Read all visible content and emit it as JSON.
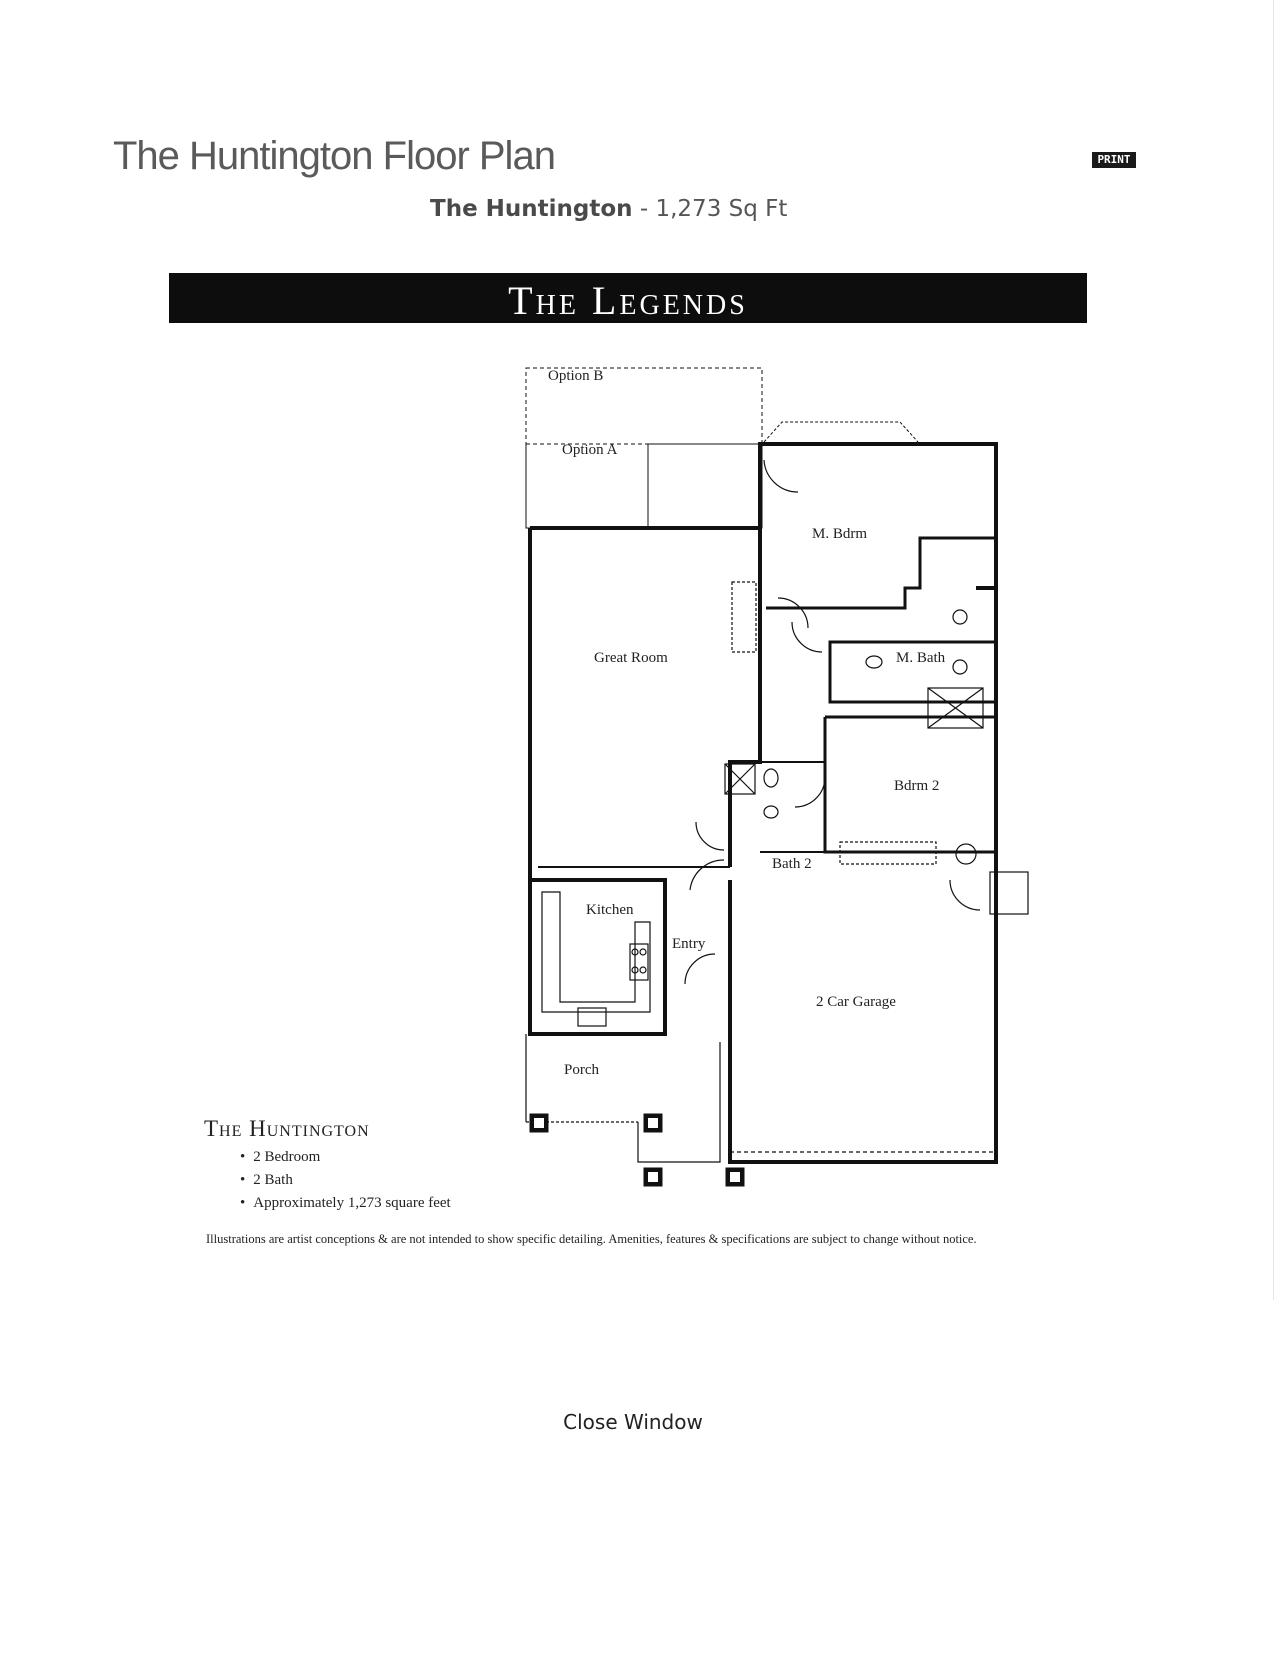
{
  "page": {
    "title": "The Huntington Floor Plan",
    "print_label": "PRINT",
    "subtitle_name": "The Huntington",
    "subtitle_size": " - 1,273 Sq Ft",
    "banner": "The Legends",
    "close_label": "Close Window"
  },
  "plan": {
    "rooms": {
      "option_b": "Option B",
      "option_a": "Option A",
      "master_bedroom": "M. Bdrm",
      "great_room": "Great Room",
      "master_bath": "M. Bath",
      "bedroom_2": "Bdrm 2",
      "bath_2": "Bath 2",
      "kitchen": "Kitchen",
      "entry": "Entry",
      "garage": "2 Car Garage",
      "porch": "Porch"
    }
  },
  "legend": {
    "title": "The Huntington",
    "items": [
      "2 Bedroom",
      "2 Bath",
      "Approximately 1,273 square feet"
    ]
  },
  "disclaimer": "Illustrations are artist conceptions & are not intended to show specific detailing. Amenities, features & specifications are subject to change without notice."
}
